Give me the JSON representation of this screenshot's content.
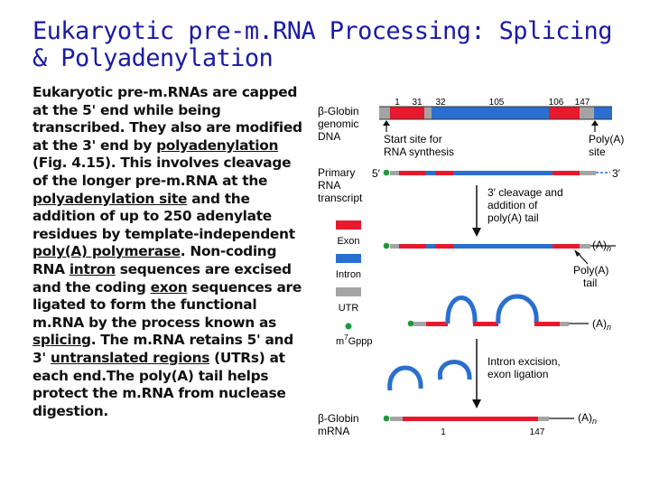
{
  "title": "Eukaryotic pre-m.RNA Processing: Splicing & Polyadenylation",
  "paragraph": [
    {
      "t": "Eukaryotic pre-m.RNAs are capped at the 5' end while being transcribed. They also are modified at the 3' end by ",
      "u": false
    },
    {
      "t": "polyadenylation",
      "u": true
    },
    {
      "t": " (Fig. 4.15). This involves cleavage of the longer pre-m.RNA at the ",
      "u": false
    },
    {
      "t": "polyadenylation site",
      "u": true
    },
    {
      "t": " and the addition of up to 250 adenylate residues by template-independent ",
      "u": false
    },
    {
      "t": "poly(A) polymerase",
      "u": true
    },
    {
      "t": ". Non-coding RNA ",
      "u": false
    },
    {
      "t": "intron",
      "u": true
    },
    {
      "t": " sequences are excised and the coding ",
      "u": false
    },
    {
      "t": "exon",
      "u": true
    },
    {
      "t": " sequences are ligated to form the functional m.RNA by the process known as ",
      "u": false
    },
    {
      "t": "splicing",
      "u": true
    },
    {
      "t": ". The m.RNA retains 5' and 3' ",
      "u": false
    },
    {
      "t": "untranslated regions",
      "u": true
    },
    {
      "t": " (UTRs) at each end.The poly(A) tail helps protect the m.RNA from nuclease digestion.",
      "u": false
    }
  ],
  "figure": {
    "numbers": {
      "n1": "1",
      "n31": "31",
      "n32": "32",
      "n105": "105",
      "n106": "106",
      "n147": "147"
    },
    "gene_label": [
      "β-Globin",
      "genomic",
      "DNA"
    ],
    "start_site": [
      "Start site for",
      "RNA synthesis"
    ],
    "polya_site": [
      "Poly(A)",
      "site"
    ],
    "primary_label": [
      "Primary",
      "RNA",
      "transcript"
    ],
    "five_prime": "5′",
    "three_prime": "3′",
    "cleavage": [
      "3′ cleavage and",
      "addition of",
      "poly(A) tail"
    ],
    "an": "(A)",
    "an_sub": "n",
    "polya_tail": [
      "Poly(A)",
      "tail"
    ],
    "excision": [
      "Intron excision,",
      "exon ligation"
    ],
    "mrna_label": [
      "β-Globin",
      "mRNA"
    ],
    "mrna_1": "1",
    "mrna_147": "147",
    "legend": {
      "exon": "Exon",
      "intron": "Intron",
      "utr": "UTR",
      "cap": "m",
      "cap_sup": "7",
      "cap_rest": "Gppp"
    },
    "colors": {
      "exon": "#e8192c",
      "intron": "#2a6fd0",
      "utr": "#a4a4a4",
      "cap": "#1a9a3a",
      "arrow": "#111111"
    }
  }
}
